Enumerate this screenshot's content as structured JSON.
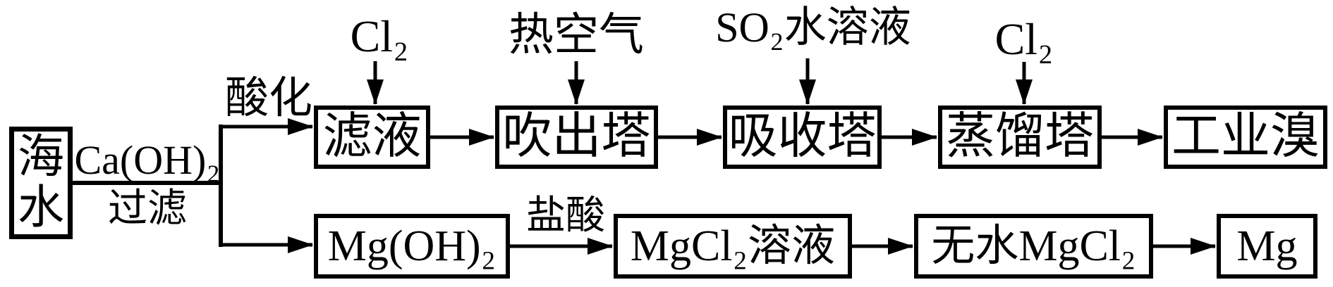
{
  "colors": {
    "ink": "#000000",
    "background": "#ffffff"
  },
  "flow": {
    "source": {
      "label": "海水",
      "reagent_above_line": "Ca(OH)₂",
      "process_below_line": "过滤"
    },
    "bromine_branch": {
      "entry_arrow_label": "酸化",
      "stages": [
        "滤液",
        "吹出塔",
        "吸收塔",
        "蒸馏塔",
        "工业溴"
      ],
      "inputs": [
        "Cl₂",
        "热空气",
        "SO₂水溶液",
        "Cl₂"
      ]
    },
    "magnesium_branch": {
      "stages": [
        "Mg(OH)₂",
        "MgCl₂溶液",
        "无水MgCl₂",
        "Mg"
      ],
      "stage1_arrow_label": "盐酸"
    }
  }
}
